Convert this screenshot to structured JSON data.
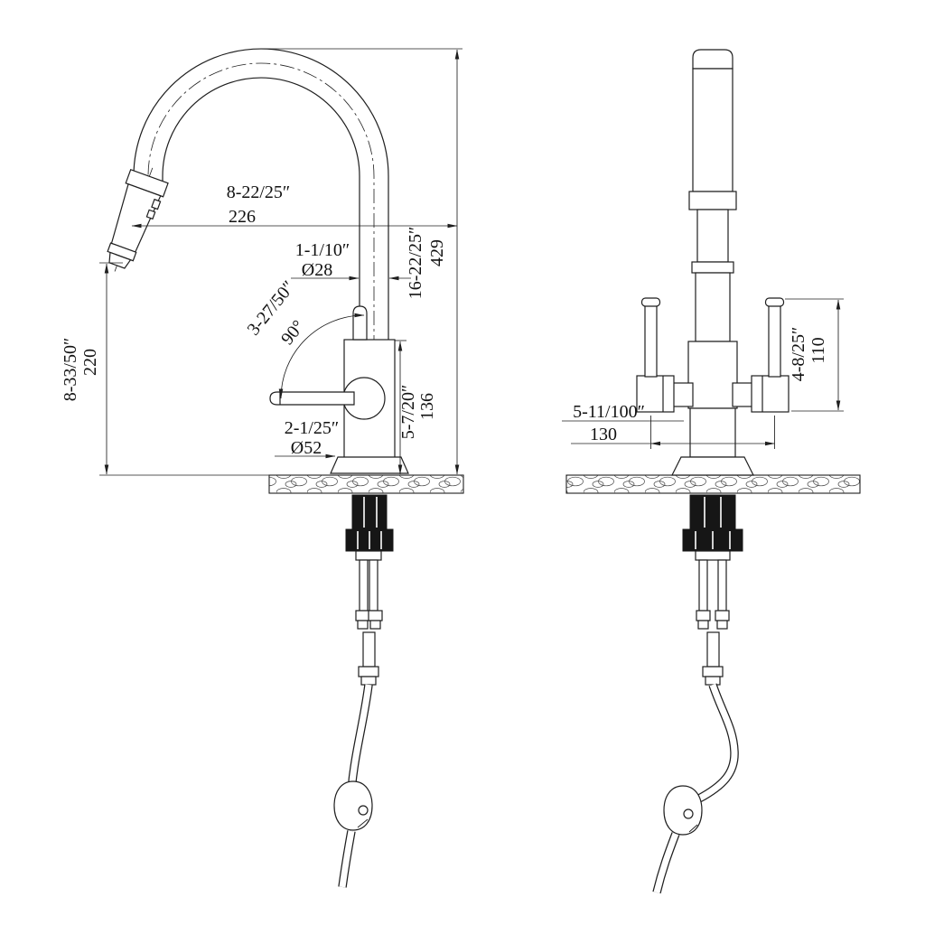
{
  "drawing": {
    "type": "technical-dimension-drawing",
    "subject": "pull-down kitchen faucet, side view and front view"
  },
  "views": {
    "side": {
      "dims": {
        "reach_in": "8-22/25″",
        "reach_mm": "226",
        "pipe_dia_in": "1-1/10″",
        "pipe_dia_mm": "Ø28",
        "height_in": "16-22/25″",
        "height_mm": "429",
        "handle_in": "3-27/50″",
        "handle_angle": "90°",
        "outlet_in": "8-33/50″",
        "outlet_mm": "220",
        "body_in": "5-7/20″",
        "body_mm": "136",
        "base_in": "2-1/25″",
        "base_mm": "Ø52"
      }
    },
    "front": {
      "dims": {
        "handle_h_in": "4-8/25″",
        "handle_h_mm": "110",
        "span_in": "5-11/100″",
        "span_mm": "130"
      }
    }
  }
}
